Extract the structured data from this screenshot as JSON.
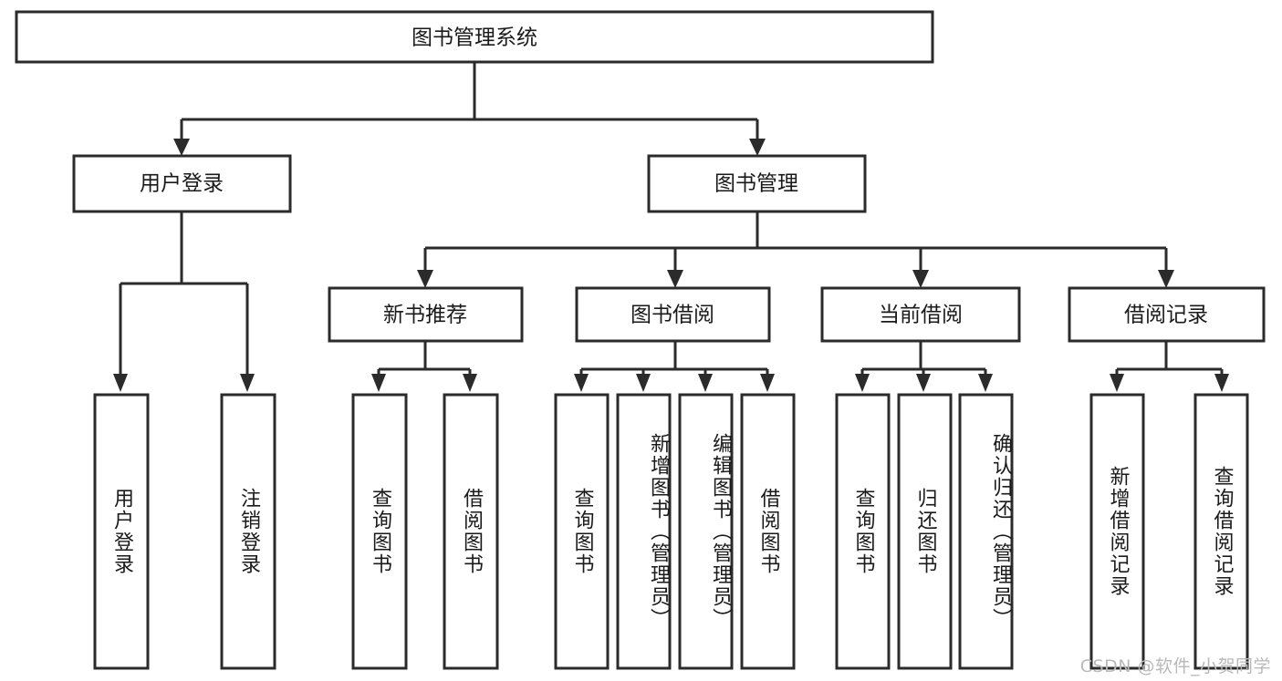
{
  "diagram": {
    "title": "图书管理系统",
    "type": "tree",
    "colors": {
      "box_stroke": "#2b2b2b",
      "box_fill": "#ffffff",
      "text": "#1a1a1a",
      "background": "#ffffff",
      "watermark": "#b9b9b9"
    },
    "root": {
      "label": "图书管理系统"
    },
    "level2": [
      {
        "label": "用户登录"
      },
      {
        "label": "图书管理"
      }
    ],
    "level3": [
      {
        "label": "新书推荐"
      },
      {
        "label": "图书借阅"
      },
      {
        "label": "当前借阅"
      },
      {
        "label": "借阅记录"
      }
    ],
    "leaves": [
      {
        "label": "用户登录",
        "parent": "用户登录"
      },
      {
        "label": "注销登录",
        "parent": "用户登录"
      },
      {
        "label": "查询图书",
        "parent": "新书推荐"
      },
      {
        "label": "借阅图书",
        "parent": "新书推荐"
      },
      {
        "label": "查询图书",
        "parent": "图书借阅"
      },
      {
        "label": "新增图书（管理员）",
        "parent": "图书借阅"
      },
      {
        "label": "编辑图书（管理员）",
        "parent": "图书借阅"
      },
      {
        "label": "借阅图书",
        "parent": "图书借阅"
      },
      {
        "label": "查询图书",
        "parent": "当前借阅"
      },
      {
        "label": "归还图书",
        "parent": "当前借阅"
      },
      {
        "label": "确认归还（管理员）",
        "parent": "当前借阅"
      },
      {
        "label": "新增借阅记录",
        "parent": "借阅记录"
      },
      {
        "label": "查询借阅记录",
        "parent": "借阅记录"
      }
    ]
  },
  "watermark": {
    "text": "CSDN @软件_小贺同学"
  }
}
